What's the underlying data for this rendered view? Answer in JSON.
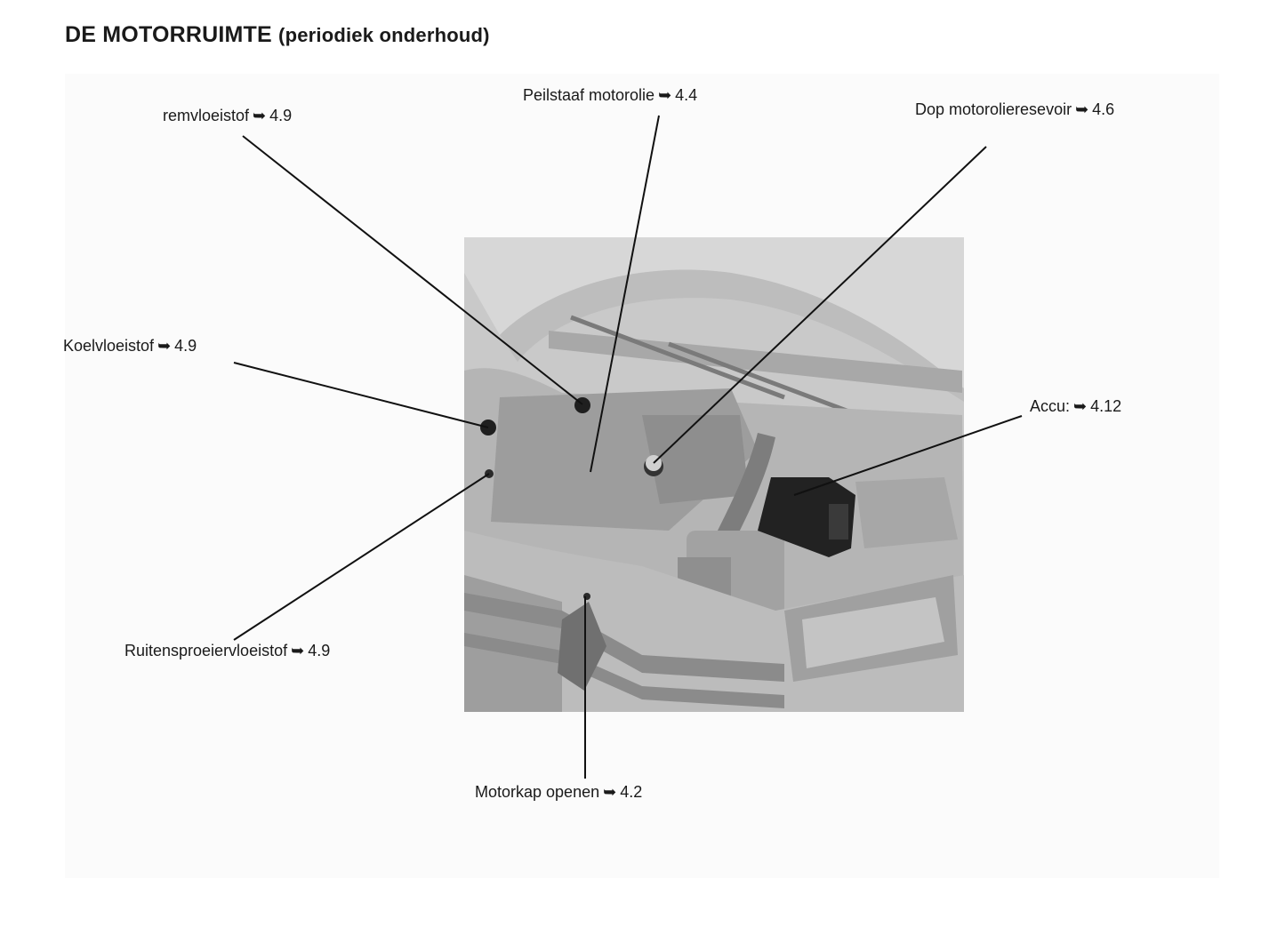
{
  "page": {
    "title": "DE MOTORRUIMTE",
    "subtitle": "(periodiek onderhoud)"
  },
  "arrow_glyph": "➥",
  "callouts": {
    "remvloeistof": {
      "text": "remvloeistof",
      "ref": "4.9"
    },
    "peilstaaf": {
      "text": "Peilstaaf motorolie",
      "ref": "4.4"
    },
    "dop": {
      "text": "Dop motorolieresevoir",
      "ref": "4.6"
    },
    "koelvloeistof": {
      "text": "Koelvloeistof",
      "ref": "4.9"
    },
    "accu": {
      "text": "Accu:",
      "ref": "4.12"
    },
    "ruitensproeier": {
      "text": "Ruitensproeiervloeistof",
      "ref": "4.9"
    },
    "motorkap": {
      "text": "Motorkap openen",
      "ref": "4.2"
    }
  },
  "colors": {
    "line": "#111111",
    "photo_bg": "#a9a9a9",
    "battery": "#222222"
  }
}
